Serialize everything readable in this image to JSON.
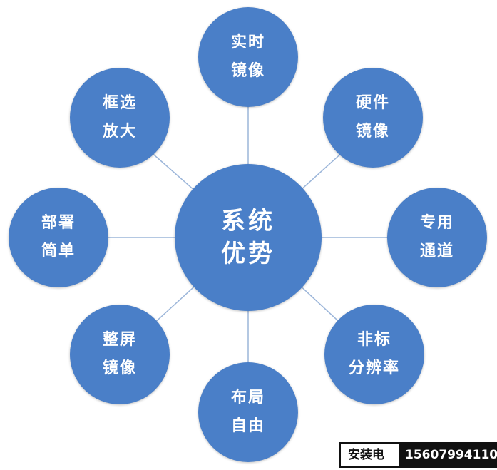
{
  "diagram": {
    "center": {
      "lines": [
        "系统",
        "优势"
      ]
    },
    "satellites": [
      {
        "id": "top",
        "lines": [
          "实时",
          "镜像"
        ]
      },
      {
        "id": "top-right",
        "lines": [
          "硬件",
          "镜像"
        ]
      },
      {
        "id": "right",
        "lines": [
          "专用",
          "通道"
        ]
      },
      {
        "id": "bottom-right",
        "lines": [
          "非标",
          "分辨率"
        ]
      },
      {
        "id": "bottom",
        "lines": [
          "布局",
          "自由"
        ]
      },
      {
        "id": "bottom-left",
        "lines": [
          "整屏",
          "镜像"
        ]
      },
      {
        "id": "left",
        "lines": [
          "部署",
          "简单"
        ]
      },
      {
        "id": "top-left",
        "lines": [
          "框选",
          "放大"
        ]
      }
    ]
  },
  "contact": {
    "label": "安装电话",
    "number": "15607994110"
  },
  "colors": {
    "node_fill": "#4a7fc8",
    "connector": "#9bb5d9",
    "text": "#ffffff"
  }
}
